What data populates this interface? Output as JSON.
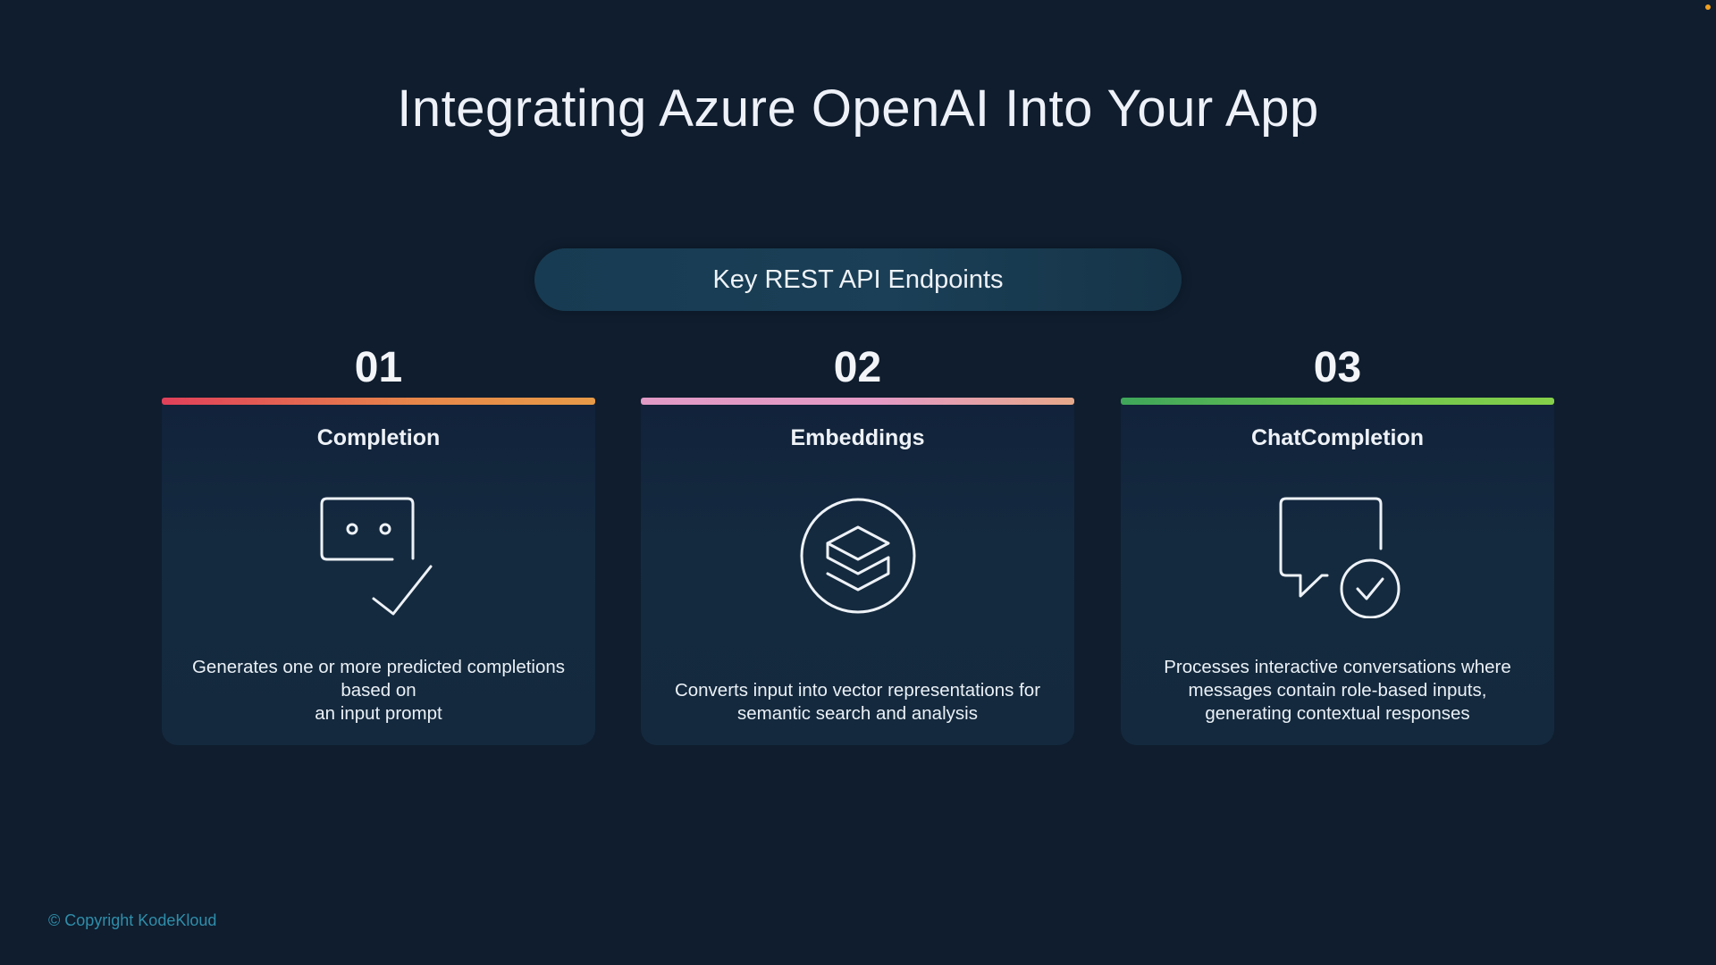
{
  "slide": {
    "title": "Integrating Azure OpenAI Into Your App",
    "subtitle_pill": "Key REST API Endpoints",
    "copyright": "© Copyright KodeKloud"
  },
  "cards": [
    {
      "number": "01",
      "name": "Completion",
      "icon": "chat-bot-check-icon",
      "bar_gradient": [
        "#e0405a",
        "#e7884a",
        "#e79a48"
      ],
      "description": "Generates one or more predicted completions\nbased on\nan input prompt"
    },
    {
      "number": "02",
      "name": "Embeddings",
      "icon": "layers-circle-icon",
      "bar_gradient": [
        "#e49ac4",
        "#e49ac4",
        "#e6a48a"
      ],
      "description": "Converts input into vector representations for\nsemantic search and analysis"
    },
    {
      "number": "03",
      "name": "ChatCompletion",
      "icon": "chat-bubble-check-icon",
      "bar_gradient": [
        "#3fa65a",
        "#6cc44e",
        "#86d04a"
      ],
      "description": "Processes interactive conversations where\nmessages contain role-based inputs,\ngenerating contextual responses"
    }
  ],
  "colors": {
    "background": "#0f1d2e",
    "pill": "#173b52",
    "copyright": "#2f8eaa",
    "accent_dot": "#f0a020"
  }
}
